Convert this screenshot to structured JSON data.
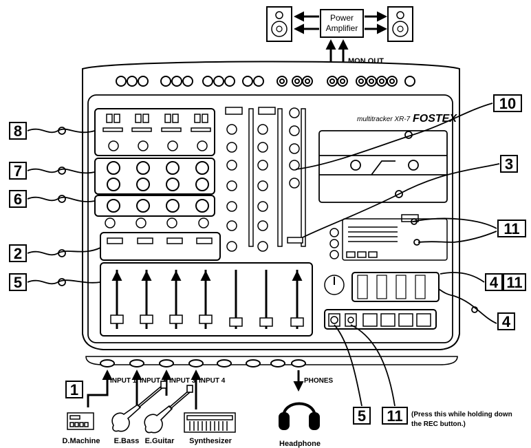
{
  "amplifier": {
    "line1": "Power",
    "line2": "Amplifier"
  },
  "mon_out_label": "MON OUT",
  "brand": {
    "model": "multitracker XR-7",
    "logo": "FOSTEX"
  },
  "callouts": {
    "c1": "1",
    "c2": "2",
    "c3": "3",
    "c4a": "4",
    "c4b": "4",
    "c5a": "5",
    "c5b": "5",
    "c6": "6",
    "c7": "7",
    "c8": "8",
    "c10": "10",
    "c11a": "11",
    "c11b": "11",
    "c11c": "11"
  },
  "inputs": [
    "INPUT 1",
    "INPUT 2",
    "INPUT 3",
    "INPUT 4"
  ],
  "phones_label": "PHONES",
  "instruments": [
    "D.Machine",
    "E.Bass",
    "E.Guitar",
    "Synthesizer"
  ],
  "headphone_label": "Headphone",
  "note": {
    "line1": "(Press this while holding down",
    "line2": "the REC button.)"
  }
}
